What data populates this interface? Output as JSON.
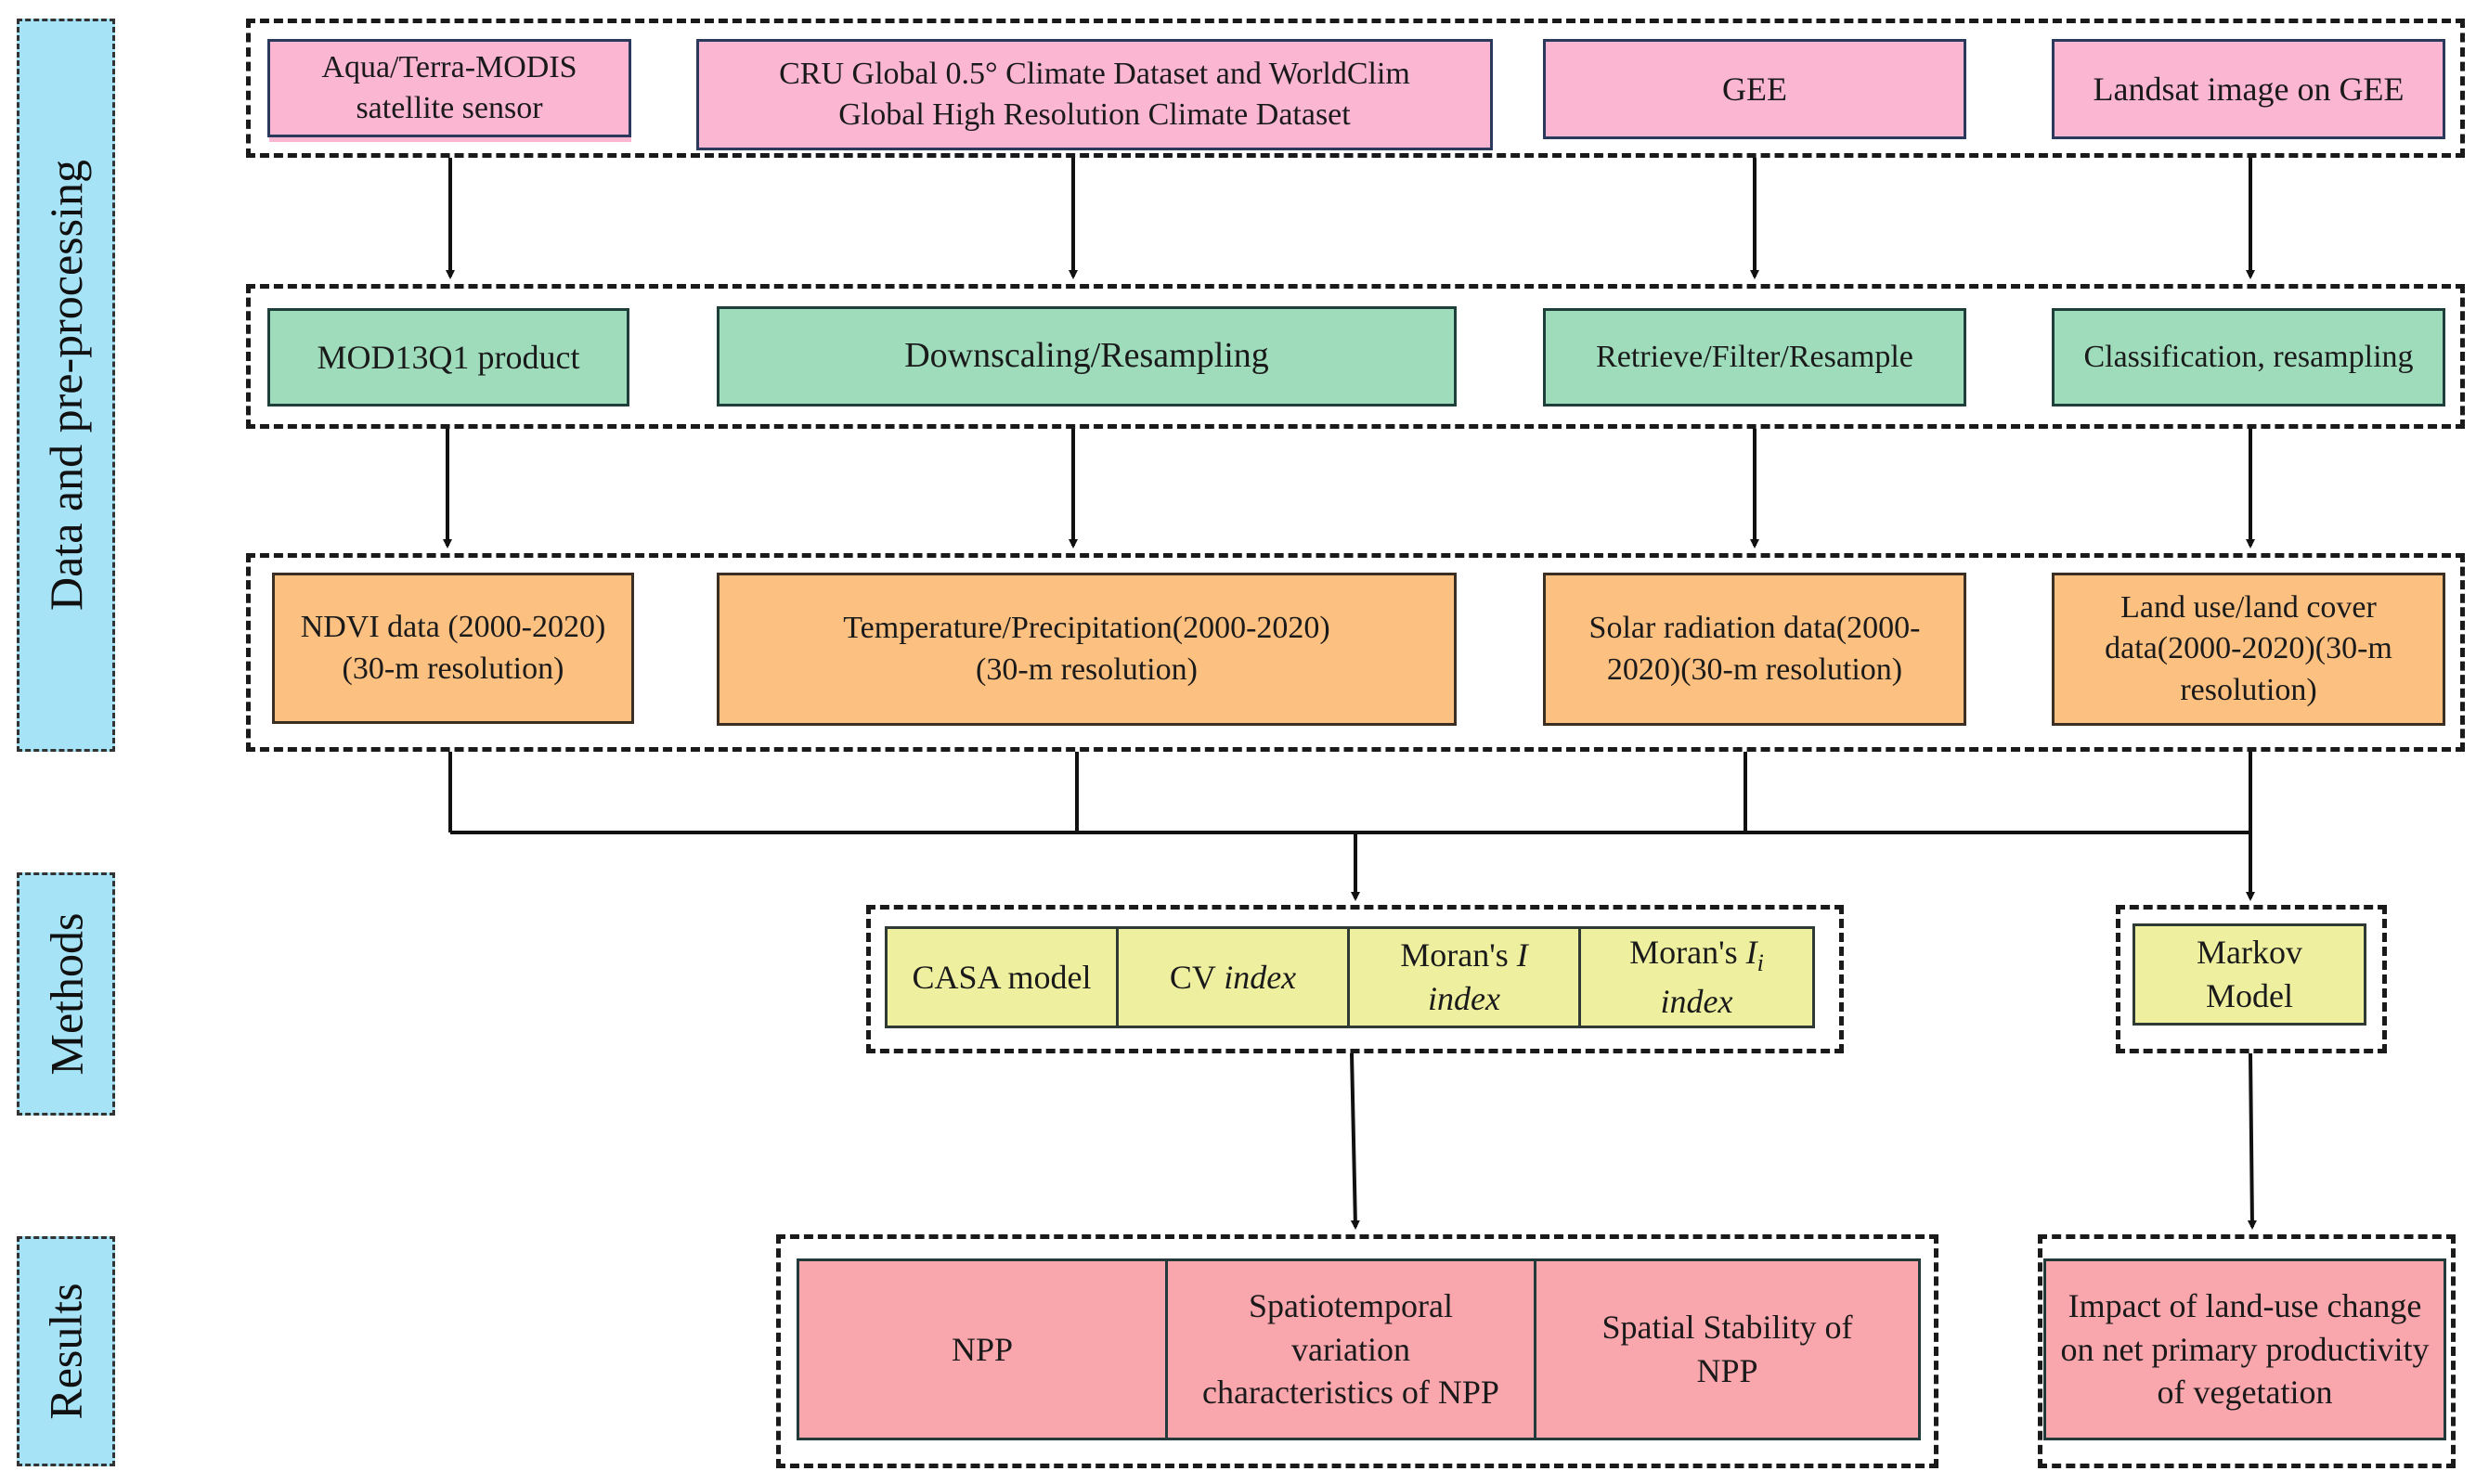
{
  "sections": {
    "data": "Data and pre-processing",
    "methods": "Methods",
    "results": "Results"
  },
  "sources": {
    "modis": "Aqua/Terra-MODIS satellite sensor",
    "cru_line1": "CRU Global 0.5° Climate Dataset and WorldClim",
    "cru_line2": "Global High Resolution Climate Dataset",
    "gee": "GEE",
    "landsat": "Landsat image on GEE"
  },
  "processing": {
    "mod13": "MOD13Q1 product",
    "downscale": "Downscaling/Resampling",
    "retrieve": "Retrieve/Filter/Resample",
    "classification": "Classification, resampling"
  },
  "datasets": {
    "ndvi": "NDVI data (2000-2020)(30-m resolution)",
    "temp_line1": "Temperature/Precipitation(2000-2020)",
    "temp_line2": "(30-m resolution)",
    "solar": "Solar radiation data(2000-2020)(30-m resolution)",
    "landuse": "Land use/land cover data(2000-2020)(30-m resolution)"
  },
  "methods": {
    "casa": "CASA model",
    "cv_prefix": "CV ",
    "cv_italic": "index",
    "moran_prefix": "Moran's ",
    "moran_sym": "I",
    "moran_italic": "index",
    "moranl_prefix": "Moran's ",
    "moranl_sym": "I",
    "moranl_sub": "i",
    "moranl_italic": "index",
    "markov": "Markov Model"
  },
  "results": {
    "npp": "NPP",
    "spatiotemporal": "Spatiotemporal variation characteristics of NPP",
    "stability": "Spatial Stability of NPP",
    "impact": "Impact of land-use change on net primary productivity of vegetation"
  },
  "colors": {
    "source": "#fbb6d2",
    "processing": "#9fdcbc",
    "dataset": "#fcc081",
    "method": "#eef0a0",
    "result": "#f9a6ad",
    "section": "#a6e3f7"
  }
}
